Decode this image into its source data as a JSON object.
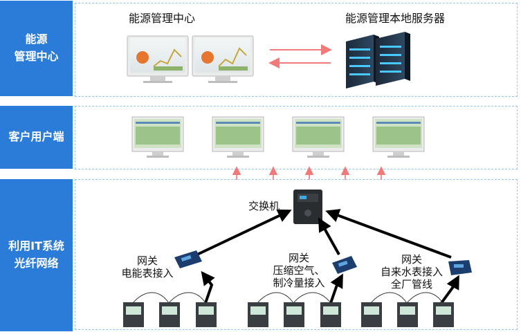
{
  "bands": {
    "management": "能源\n管理中心",
    "client": "客户用户端",
    "network": "利用IT系统\n光纤网络"
  },
  "top": {
    "center_title": "能源管理中心",
    "server_title": "能源管理本地服务器"
  },
  "network": {
    "switch_label": "交换机",
    "gateways": [
      {
        "label": "网关\n电能表接入"
      },
      {
        "label": "网关\n压缩空气、\n制冷量接入"
      },
      {
        "label": "网关\n自来水表接入\n全厂管线"
      }
    ]
  },
  "colors": {
    "band": "#2b7bd8",
    "arrow_red": "#f07a7a",
    "panel_border": "#8ec5ea"
  }
}
